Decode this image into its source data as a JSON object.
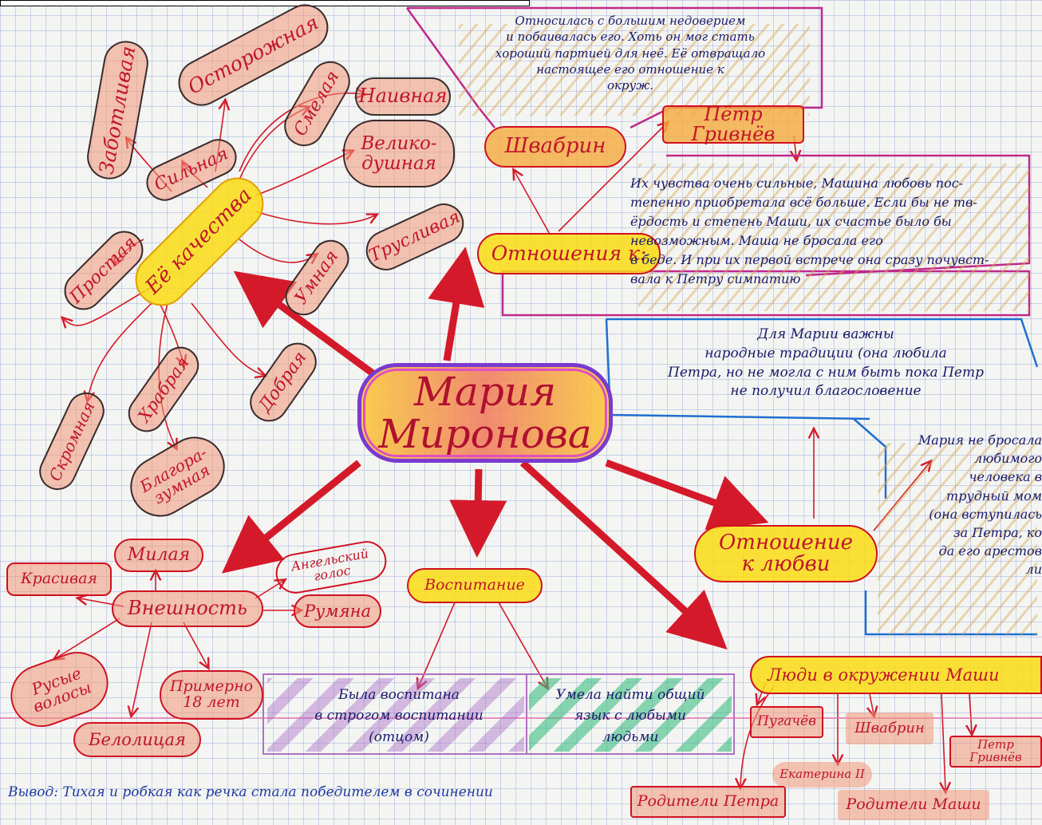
{
  "center": "Мария Миронова",
  "branches": {
    "qualities": {
      "label": "Её качества",
      "items": [
        "Заботливая",
        "Осторожная",
        "Смелая",
        "Наивная",
        "Велико-\nдушная",
        "Сильная",
        "Трусливая",
        "Умная",
        "Простая",
        "Храбрая",
        "Добрая",
        "Скромная",
        "Благора-\nзумная"
      ]
    },
    "relations": {
      "label": "Отношения к:",
      "shvabrin": "Швабрин",
      "petr": "Пётр Гривнёв",
      "shvabrin_text": "Относилась с большим недоверием\nи побаивалась его. Хоть он мог стать\nхороший партией для неё. Её отвращало\nнастоящее его отношение к\nокруж.",
      "petr_text": "Их чувства очень сильные, Машина любовь пос-\nтепенно приобретала всё больше. Если бы не тв-\nёрдость и степень Маши, их счастье было бы\nневозможным. Маша не бросала его\nв беде. И при их первой встрече она сразу почувст-\nвала к Петру симпатию"
    },
    "love": {
      "label": "Отношение\nк любви",
      "box1": "Для Марии важны\nнародные традиции (она любила\nПетра, но не могла с ним быть пока Петр\nне получил благословение",
      "box2": "Мария не бросала\nлюбимого\nчеловека в\nтрудный мом\n(она вступилась\nза Петра, ко\nда его арестов\nли"
    },
    "appearance": {
      "label": "Внешность",
      "items": [
        "Милая",
        "Красивая",
        "Ангельский\nголос",
        "Румяна",
        "Русые\nволосы",
        "Примерно\n18 лет",
        "Белолицая"
      ]
    },
    "upbringing": {
      "label": "Воспитание",
      "items": [
        "Была воспитана\nв строгом воспитании\n(отцом)",
        "Умела найти общий\nязык с любыми\nлюдьми"
      ]
    },
    "people": {
      "label": "Люди в окружении Маши",
      "items": [
        "Пугачёв",
        "Швабрин",
        "Петр Гривнёв",
        "Екатерина II",
        "Родители Петра",
        "Родители Маши"
      ]
    }
  },
  "conclusion": "Вывод: Тихая и робкая как речка стала победителем в сочинении"
}
